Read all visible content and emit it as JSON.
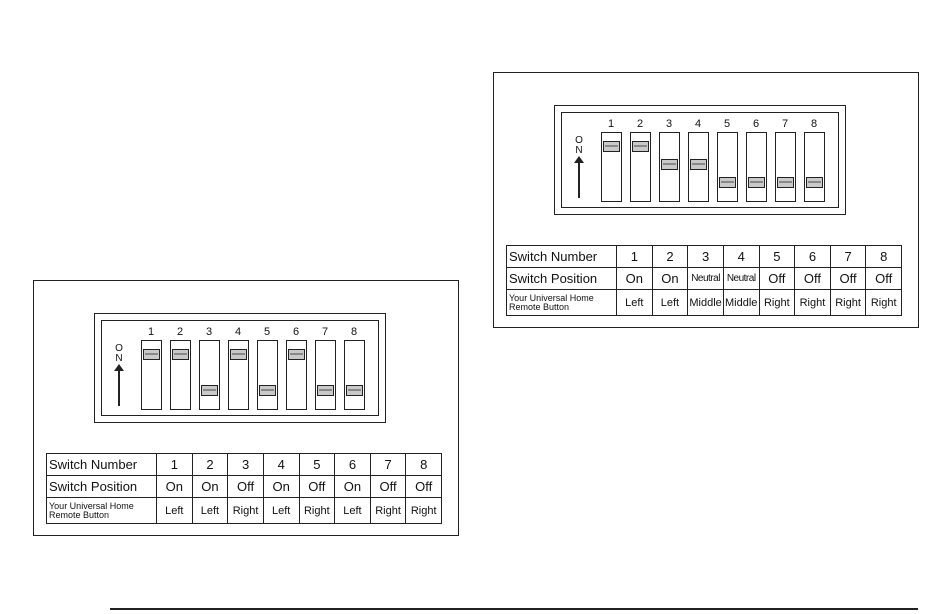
{
  "dip_on_label": "ON",
  "figures": [
    {
      "id": "fig-b",
      "switch_numbers": [
        "1",
        "2",
        "3",
        "4",
        "5",
        "6",
        "7",
        "8"
      ],
      "switch_levels": [
        "on",
        "on",
        "middle",
        "middle",
        "off",
        "off",
        "off",
        "off"
      ],
      "row_labels": {
        "number": "Switch Number",
        "position": "Switch Position",
        "button": "Your Universal Home Remote Button"
      },
      "positions": [
        "On",
        "On",
        "Neutral",
        "Neutral",
        "Off",
        "Off",
        "Off",
        "Off"
      ],
      "buttons": [
        "Left",
        "Left",
        "Middle",
        "Middle",
        "Right",
        "Right",
        "Right",
        "Right"
      ]
    },
    {
      "id": "fig-a",
      "switch_numbers": [
        "1",
        "2",
        "3",
        "4",
        "5",
        "6",
        "7",
        "8"
      ],
      "switch_levels": [
        "on",
        "on",
        "off",
        "on",
        "off",
        "on",
        "off",
        "off"
      ],
      "row_labels": {
        "number": "Switch Number",
        "position": "Switch Position",
        "button": "Your Universal Home Remote Button"
      },
      "positions": [
        "On",
        "On",
        "Off",
        "On",
        "Off",
        "On",
        "Off",
        "Off"
      ],
      "buttons": [
        "Left",
        "Left",
        "Right",
        "Left",
        "Right",
        "Left",
        "Right",
        "Right"
      ]
    }
  ]
}
